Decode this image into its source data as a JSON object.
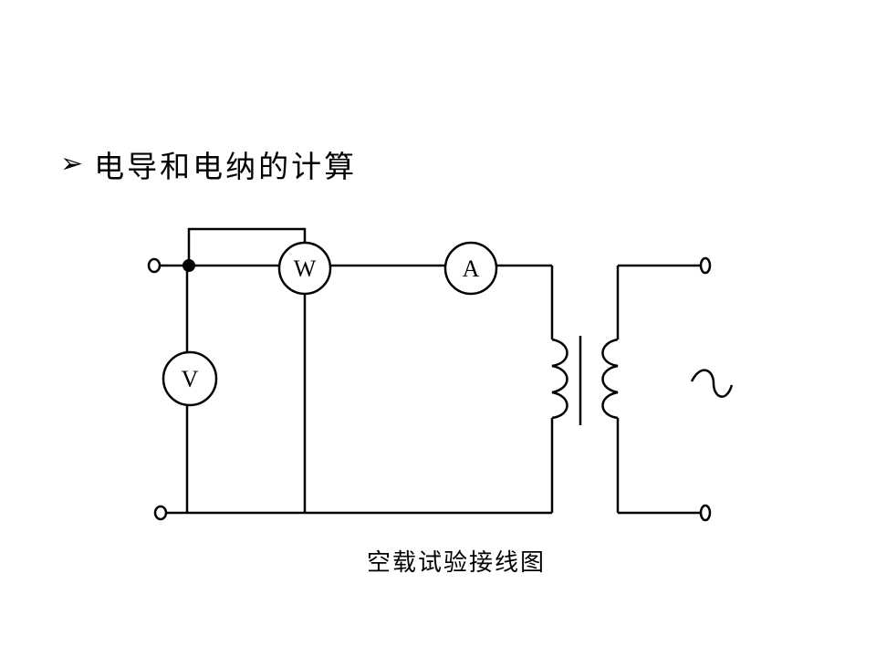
{
  "slide": {
    "bullet_icon": "arrowhead-bullet-icon",
    "heading": "电导和电纳的计算",
    "caption": "空载试验接线图"
  },
  "diagram": {
    "meters": {
      "wattmeter": "W",
      "ammeter": "A",
      "voltmeter": "V"
    },
    "source_symbol": "~"
  }
}
